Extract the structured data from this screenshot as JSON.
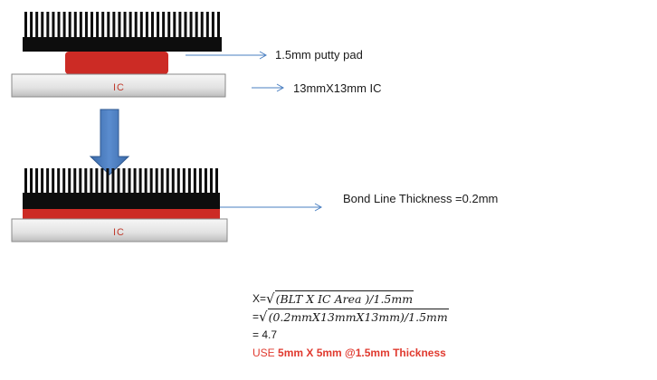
{
  "labels": {
    "putty_pad": "1.5mm putty pad",
    "ic_size": "13mmX13mm IC",
    "bond_line": "Bond Line Thickness =0.2mm",
    "ic_text": "IC"
  },
  "formula": {
    "line1_prefix": "X=",
    "line1_radicand": "(BLT X IC Area )/1.5mm",
    "line2_prefix": "=",
    "line2_radicand": "(0.2mmX13mmX13mm)/1.5mm",
    "line3": "= 4.7",
    "line4_prefix": "USE ",
    "line4_bold": "5mm X 5mm @1.5mm Thickness"
  },
  "colors": {
    "heatsink": "#0d0d0d",
    "pad": "#cc2b25",
    "ic_fill_top": "#f4f4f4",
    "ic_fill_bottom": "#c9c9c9",
    "arrow_line": "#4a7fc1",
    "down_arrow": "#4f7fc0",
    "use_text": "#e03a2f"
  }
}
